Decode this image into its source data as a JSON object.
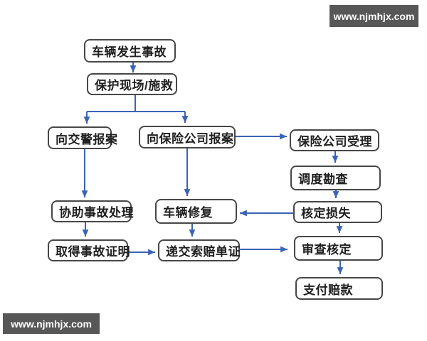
{
  "watermarks": {
    "top_right": "www.njmhjx.com",
    "bottom_left": "www.njmhjx.com"
  },
  "colors": {
    "arrow_blue": "#3c64b4",
    "box_border": "#474747",
    "box_fill": "#ffffff",
    "box_text": "#1f1f1f",
    "banner_bg": "#575757",
    "banner_text": "#ffffff",
    "page_bg": "#ffffff"
  },
  "flowchart": {
    "title": "",
    "nodes": [
      {
        "id": "accident",
        "label": "车辆发生事故"
      },
      {
        "id": "protect",
        "label": "保护现场/施救"
      },
      {
        "id": "police",
        "label": "向交警报案"
      },
      {
        "id": "insurer-report",
        "label": "向保险公司报案"
      },
      {
        "id": "insurer-accept",
        "label": "保险公司受理"
      },
      {
        "id": "survey",
        "label": "调度勘查"
      },
      {
        "id": "assess-loss",
        "label": "核定损失"
      },
      {
        "id": "repair",
        "label": "车辆修复"
      },
      {
        "id": "assist",
        "label": "协助事故处理"
      },
      {
        "id": "certificate",
        "label": "取得事故证明"
      },
      {
        "id": "submit-claim",
        "label": "递交索赔单证"
      },
      {
        "id": "review",
        "label": "审查核定"
      },
      {
        "id": "payment",
        "label": "支付赔款"
      }
    ],
    "edges": [
      {
        "from": "accident",
        "to": "protect"
      },
      {
        "from": "protect",
        "to": "police"
      },
      {
        "from": "protect",
        "to": "insurer-report"
      },
      {
        "from": "insurer-report",
        "to": "insurer-accept"
      },
      {
        "from": "insurer-accept",
        "to": "survey"
      },
      {
        "from": "survey",
        "to": "assess-loss"
      },
      {
        "from": "assess-loss",
        "to": "repair"
      },
      {
        "from": "assess-loss",
        "to": "review"
      },
      {
        "from": "police",
        "to": "assist"
      },
      {
        "from": "insurer-report",
        "to": "repair"
      },
      {
        "from": "assist",
        "to": "certificate"
      },
      {
        "from": "repair",
        "to": "submit-claim"
      },
      {
        "from": "certificate",
        "to": "submit-claim"
      },
      {
        "from": "submit-claim",
        "to": "review"
      },
      {
        "from": "review",
        "to": "payment"
      }
    ]
  }
}
